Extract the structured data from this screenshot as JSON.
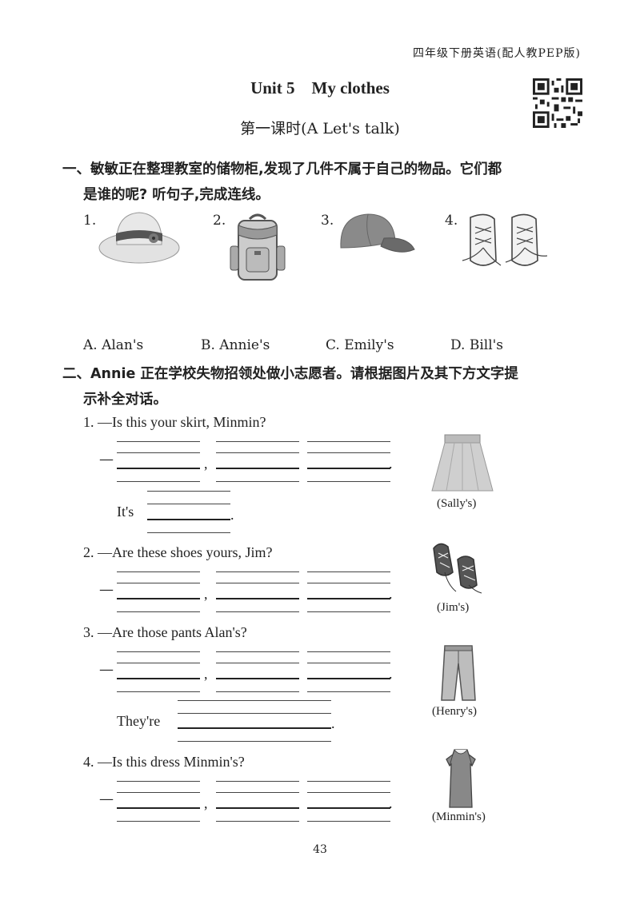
{
  "header": {
    "book": "四年级下册英语(配人教PEP版)"
  },
  "title": {
    "unit": "Unit 5    My clothes",
    "lesson": "第一课时(A Let's talk)"
  },
  "section1": {
    "instruction_line1": "一、敏敏正在整理教室的储物柜,发现了几件不属于自己的物品。它们都",
    "instruction_line2": "是谁的呢? 听句子,完成连线。",
    "items": [
      {
        "number": "1.",
        "icon": "hat-icon"
      },
      {
        "number": "2.",
        "icon": "backpack-icon"
      },
      {
        "number": "3.",
        "icon": "cap-icon"
      },
      {
        "number": "4.",
        "icon": "sneakers-icon"
      }
    ],
    "options": [
      "A. Alan's",
      "B. Annie's",
      "C. Emily's",
      "D. Bill's"
    ]
  },
  "section2": {
    "instruction_line1": "二、Annie 正在学校失物招领处做小志愿者。请根据图片及其下方文字提",
    "instruction_line2": "示补全对话。",
    "questions": [
      {
        "question": "1. —Is this your skirt, Minmin?",
        "prefix": "It's",
        "caption": "(Sally's)",
        "icon": "skirt-icon"
      },
      {
        "question": "2. —Are these shoes yours, Jim?",
        "prefix": "",
        "caption": "(Jim's)",
        "icon": "shoes-icon"
      },
      {
        "question": "3. —Are those pants Alan's?",
        "prefix": "They're",
        "caption": "(Henry's)",
        "icon": "pants-icon"
      },
      {
        "question": "4. —Is this dress Minmin's?",
        "prefix": "",
        "caption": "(Minmin's)",
        "icon": "dress-icon"
      }
    ]
  },
  "footer": {
    "page_number": "43"
  }
}
